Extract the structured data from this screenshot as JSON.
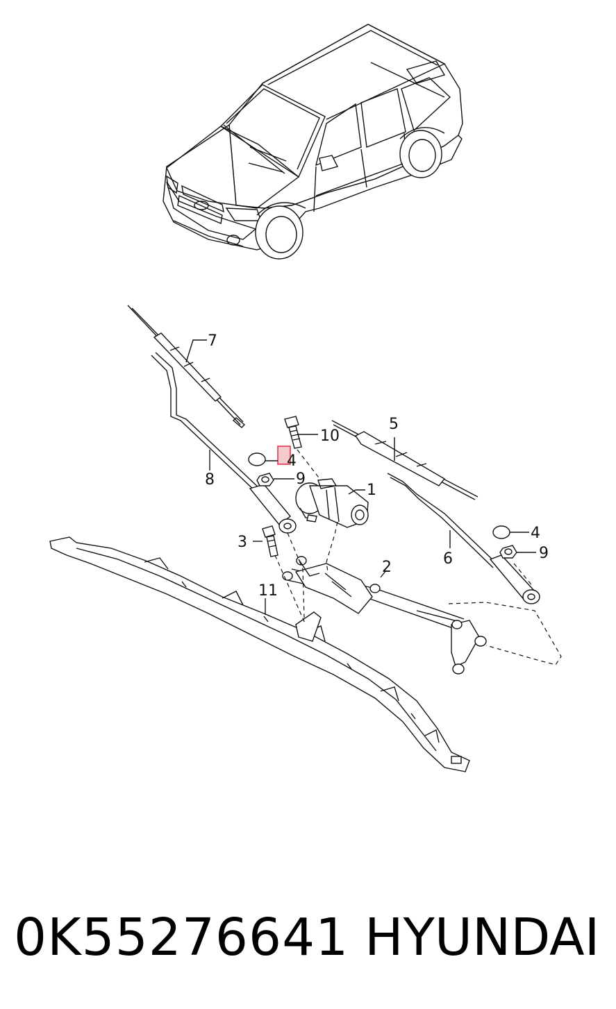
{
  "callouts": {
    "c1": "1",
    "c2": "2",
    "c3": "3",
    "c4a": "4",
    "c4b": "4",
    "c5": "5",
    "c6": "6",
    "c7": "7",
    "c8": "8",
    "c9a": "9",
    "c9b": "9",
    "c10": "10",
    "c11": "11"
  },
  "footer": {
    "part_number": "0K55276641",
    "brand": "HYUNDAI"
  },
  "colors": {
    "highlight_fill": "#f6c9cf",
    "highlight_stroke": "#d9232e",
    "line": "#111111"
  }
}
